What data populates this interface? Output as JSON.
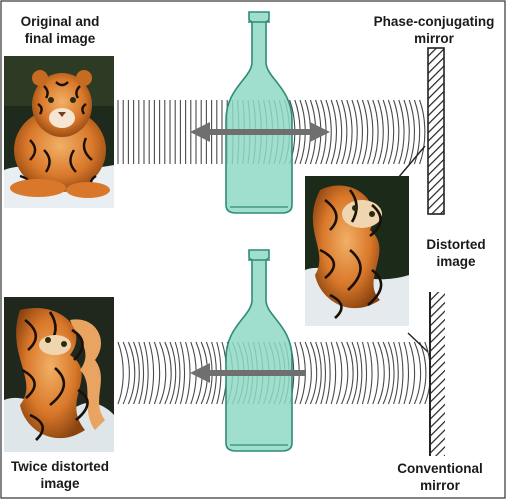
{
  "labels": {
    "original_line1": "Original and",
    "original_line2": "final image",
    "pcm_line1": "Phase-conjugating",
    "pcm_line2": "mirror",
    "distorted_line1": "Distorted",
    "distorted_line2": "image",
    "twice_line1": "Twice distorted",
    "twice_line2": "image",
    "conv_line1": "Conventional",
    "conv_line2": "mirror"
  },
  "colors": {
    "bottle_fill": "#8fd8c6",
    "bottle_stroke": "#2f8c78",
    "wave": "#4a4a4a",
    "arrow": "#6f6f6f",
    "mirror": "#222222",
    "frame": "#333333"
  },
  "icons": {
    "tiger_photo": "tiger-photo",
    "bottle": "glass-bottle",
    "arrow": "double-headed-arrow",
    "mirror": "hatched-mirror"
  }
}
